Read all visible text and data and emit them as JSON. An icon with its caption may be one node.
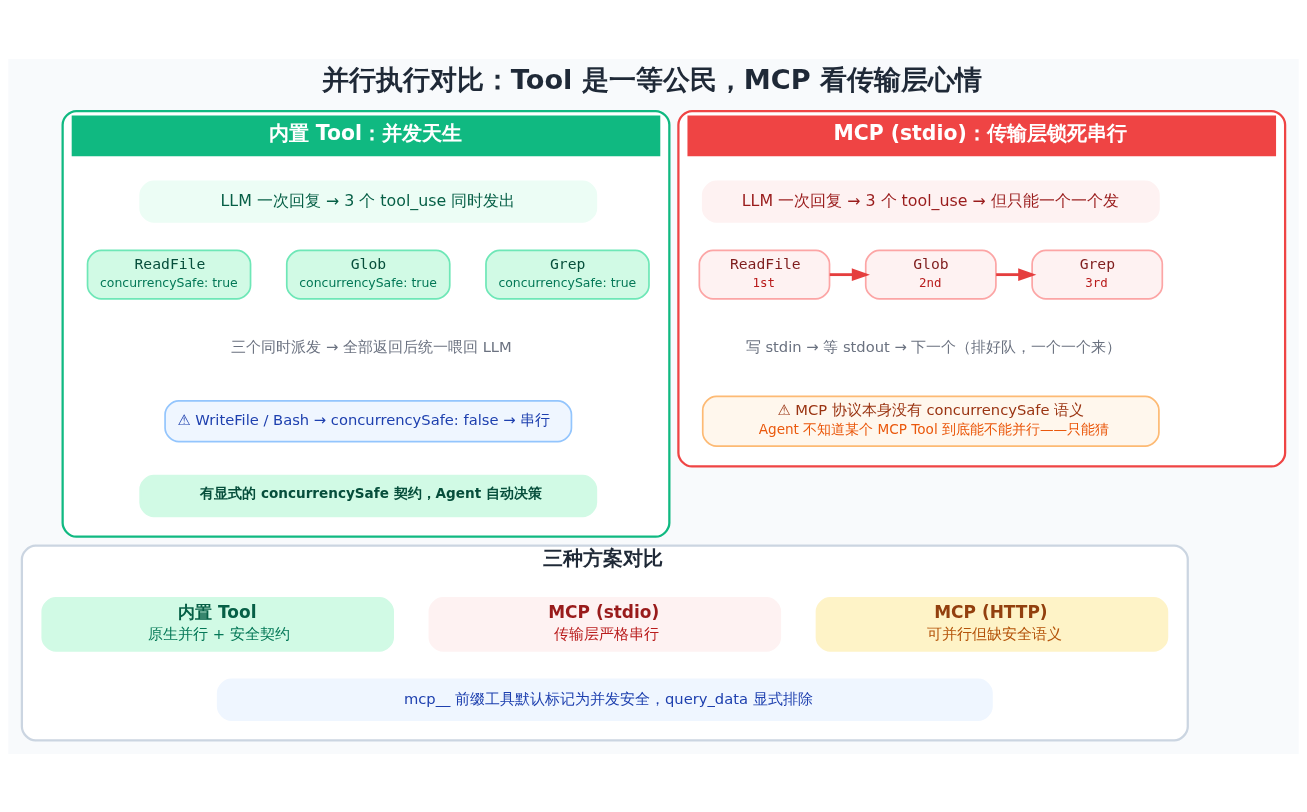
{
  "diagram": {
    "title": "并行执行对比：Tool 是一等公民，MCP 看传输层心情",
    "nodes": [
      {
        "text": [
          "内置 Tool：并发天生"
        ]
      },
      {
        "text": [
          "LLM 一次回复 → 3 个 tool_use 同时发出"
        ],
        "in": 0
      },
      {
        "text": [
          "ReadFile",
          "concurrencySafe: true"
        ],
        "in": 0
      },
      {
        "text": [
          "Glob",
          "concurrencySafe: true"
        ],
        "in": 0
      },
      {
        "text": [
          "Grep",
          "concurrencySafe: true"
        ],
        "in": 0
      },
      {
        "text": [
          "⚠ WriteFile / Bash → concurrencySafe: false → 串行"
        ],
        "in": 0
      },
      {
        "text": [
          "有显式的 concurrencySafe 契约，Agent 自动决策"
        ],
        "in": 0
      },
      {
        "text": [
          "MCP (stdio)：传输层锁死串行"
        ]
      },
      {
        "text": [
          "LLM 一次回复 → 3 个 tool_use → 但只能一个一个发"
        ],
        "in": 7
      },
      {
        "text": [
          "ReadFile",
          "1st"
        ],
        "in": 7
      },
      {
        "text": [
          "Glob",
          "2nd"
        ],
        "in": 7
      },
      {
        "text": [
          "Grep",
          "3rd"
        ],
        "in": 7
      },
      {
        "text": [
          "⚠ MCP 协议本身没有 concurrencySafe 语义",
          "Agent 不知道某个 MCP Tool 到底能不能并行——只能猜"
        ],
        "in": 7
      },
      {
        "text": [
          "三种方案对比"
        ]
      },
      {
        "text": [
          "内置 Tool",
          "原生并行 + 安全契约"
        ],
        "in": 13
      },
      {
        "text": [
          "MCP (stdio)",
          "传输层严格串行"
        ],
        "in": 13
      },
      {
        "text": [
          "MCP (HTTP)",
          "可并行但缺安全语义"
        ],
        "in": 13
      },
      {
        "text": [
          "mcp__ 前缀工具默认标记为并发安全，query_data 显式排除"
        ],
        "in": 13
      }
    ],
    "edges": [
      {
        "from": 9,
        "to": 10,
        "arrow": "to"
      },
      {
        "from": 10,
        "to": 11,
        "arrow": "to"
      }
    ],
    "labels": [
      "三个同时派发 → 全部返回后统一喂回 LLM",
      "写 stdin → 等 stdout → 下一个（排好队，一个一个来）"
    ]
  }
}
